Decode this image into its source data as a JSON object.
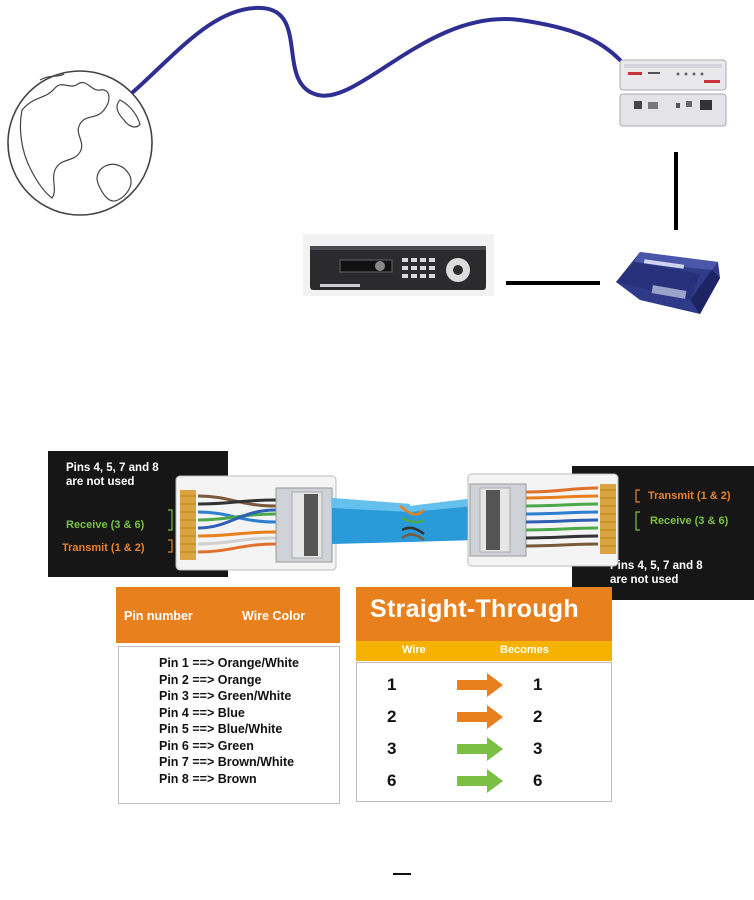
{
  "left_box": {
    "line1": "Pins 4, 5, 7 and 8",
    "line2": "are not used"
  },
  "right_box": {
    "line1": "Pins 4, 5, 7 and 8",
    "line2": "are not used"
  },
  "left_labels": {
    "receive": "Receive (3 & 6)",
    "transmit": "Transmit (1 & 2)"
  },
  "right_labels": {
    "transmit": "Transmit (1 & 2)",
    "receive": "Receive (3 & 6)"
  },
  "pin_table": {
    "header_pin": "Pin number",
    "header_color": "Wire Color",
    "rows": [
      "Pin 1 ==> Orange/White",
      "Pin 2 ==> Orange",
      "Pin 3 ==> Green/White",
      "Pin 4 ==> Blue",
      "Pin 5 ==> Blue/White",
      "Pin 6 ==> Green",
      "Pin 7 ==> Brown/White",
      "Pin 8 ==> Brown"
    ]
  },
  "straight_table": {
    "title": "Straight-Through",
    "col_wire": "Wire",
    "col_becomes": "Becomes",
    "rows": [
      {
        "wire": "1",
        "becomes": "1",
        "arrow_color": "#e8801d"
      },
      {
        "wire": "2",
        "becomes": "2",
        "arrow_color": "#e8801d"
      },
      {
        "wire": "3",
        "becomes": "3",
        "arrow_color": "#7ac143"
      },
      {
        "wire": "6",
        "becomes": "6",
        "arrow_color": "#7ac143"
      }
    ]
  },
  "colors": {
    "wan_cable": "#2e2f93",
    "orange": "#e8801d",
    "yellow": "#f5b200",
    "green": "#7ac143",
    "black_panel": "#161616"
  }
}
